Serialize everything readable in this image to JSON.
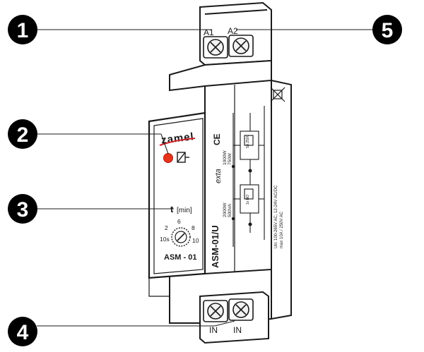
{
  "callouts": [
    {
      "number": "1"
    },
    {
      "number": "2"
    },
    {
      "number": "3"
    },
    {
      "number": "4"
    },
    {
      "number": "5"
    }
  ],
  "terminals": {
    "top_left": "A1",
    "top_right": "A2",
    "bottom_left": "IN",
    "bottom_right": "IN"
  },
  "front_panel": {
    "brand": "zamel",
    "time_label": "t",
    "time_unit": "[min]",
    "dial_marks": [
      "2",
      "6",
      "8",
      "10s",
      "10"
    ],
    "model": "ASM - 01"
  },
  "side_panel": {
    "model_vertical": "ASM-01/U",
    "exta_logo": "exta",
    "ce_mark": "CE",
    "ratings": [
      "2000W",
      "500VA",
      "1000W",
      "750W"
    ],
    "relay_label": "5A 250V",
    "supply_line_1": "Un: 100-265V AC, 12-24V AC/DC",
    "supply_line_2": "max 10A / 250V AC",
    "contact_label": "1x NO"
  },
  "colors": {
    "line": "#1a1a1a",
    "callout_fill": "#000000",
    "callout_text": "#ffffff",
    "led": "#e8331c",
    "brand_accent": "#d4202a"
  }
}
